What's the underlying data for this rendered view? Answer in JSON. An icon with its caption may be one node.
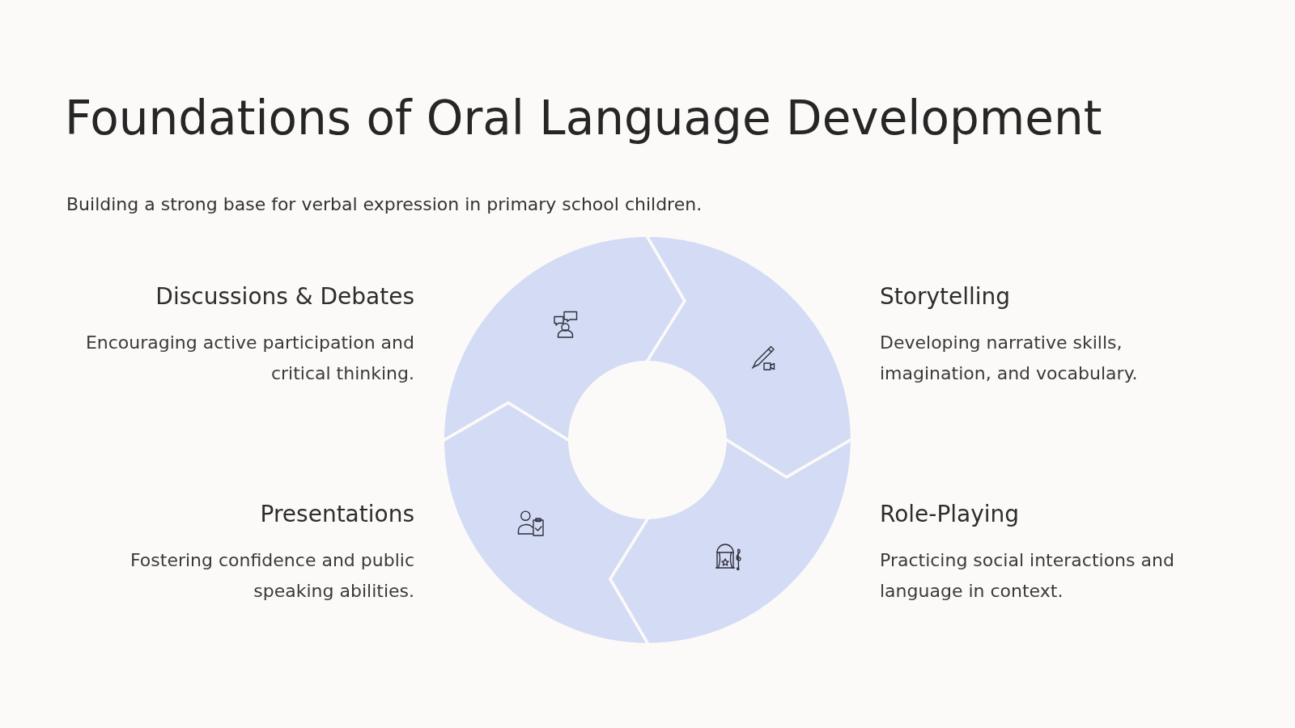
{
  "diagram": {
    "title": "Foundations of Oral Language Development",
    "nodes": [
      {
        "text": [],
        "shape": "segment",
        "beside": [
          "Discussions & Debates",
          "Encouraging active participation and critical thinking."
        ]
      },
      {
        "text": [],
        "shape": "segment",
        "beside": [
          "Storytelling",
          "Developing narrative skills, imagination, and vocabulary."
        ]
      },
      {
        "text": [],
        "shape": "segment",
        "beside": [
          "Presentations",
          "Fostering confidence and public speaking abilities."
        ]
      },
      {
        "text": [],
        "shape": "segment",
        "beside": [
          "Role-Playing",
          "Practicing social interactions and language in context."
        ]
      }
    ],
    "labels": [
      "Building a strong base for verbal expression in primary school children."
    ]
  }
}
